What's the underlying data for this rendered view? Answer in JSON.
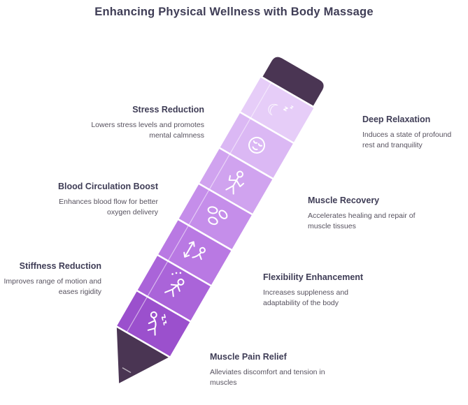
{
  "title": "Enhancing Physical Wellness with Body Massage",
  "colors": {
    "title": "#3f3d56",
    "heading": "#3f3d56",
    "body_text": "#56515e",
    "cap": "#4a3553",
    "tip": "#4a3553",
    "segment_colors": [
      "#e6cdf8",
      "#dbb8f4",
      "#d0a3ef",
      "#c58eea",
      "#b979e3",
      "#aa64d9",
      "#9b50cd"
    ]
  },
  "segments": [
    {
      "icon": "sleep-moon-icon",
      "feature": "Deep Relaxation"
    },
    {
      "icon": "calm-face-icon",
      "feature": "Stress Reduction"
    },
    {
      "icon": "flexing-person-icon",
      "feature": "Muscle Recovery"
    },
    {
      "icon": "blood-cells-icon",
      "feature": "Blood Circulation Boost"
    },
    {
      "icon": "stretch-arrows-icon",
      "feature": "Flexibility Enhancement"
    },
    {
      "icon": "walking-person-icon",
      "feature": "Stiffness Reduction"
    },
    {
      "icon": "pain-person-icon",
      "feature": "Muscle Pain Relief"
    }
  ],
  "labels": {
    "left": [
      {
        "title": "Stress Reduction",
        "description": "Lowers stress levels and promotes mental calmness"
      },
      {
        "title": "Blood Circulation Boost",
        "description": "Enhances blood flow for better oxygen delivery"
      },
      {
        "title": "Stiffness Reduction",
        "description": "Improves range of motion and eases rigidity"
      }
    ],
    "right": [
      {
        "title": "Deep Relaxation",
        "description": "Induces a state of profound rest and tranquility"
      },
      {
        "title": "Muscle Recovery",
        "description": "Accelerates healing and repair of muscle tissues"
      },
      {
        "title": "Flexibility Enhancement",
        "description": "Increases suppleness and adaptability of the body"
      }
    ],
    "bottom": [
      {
        "title": "Muscle Pain Relief",
        "description": "Alleviates discomfort and tension in muscles"
      }
    ]
  }
}
